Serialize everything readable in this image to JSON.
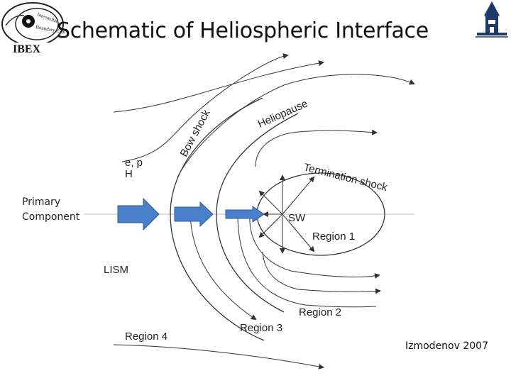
{
  "title": "Schematic of Heliospheric Interface",
  "logo_left": {
    "badge_text": "IBEX",
    "ring_text": "Interstellar Boundary Explorer"
  },
  "logo_right": {
    "name": "building-logo"
  },
  "side_label": {
    "line1": "Primary",
    "line2": "Component"
  },
  "citation": "Izmodenov 2007",
  "diagram": {
    "bow_shock": "Bow shock",
    "heliopause": "Heliopause",
    "termination_shock": "Termination shock",
    "species_1": "e, p",
    "species_2": "H",
    "sw": "SW",
    "region_1": "Region 1",
    "region_2": "Region 2",
    "region_3": "Region 3",
    "region_4": "Region 4",
    "lism": "LISM"
  },
  "colors": {
    "arrow_fill": "#4a7fc9",
    "arrow_stroke": "#2a5a9a",
    "line": "#333333"
  }
}
